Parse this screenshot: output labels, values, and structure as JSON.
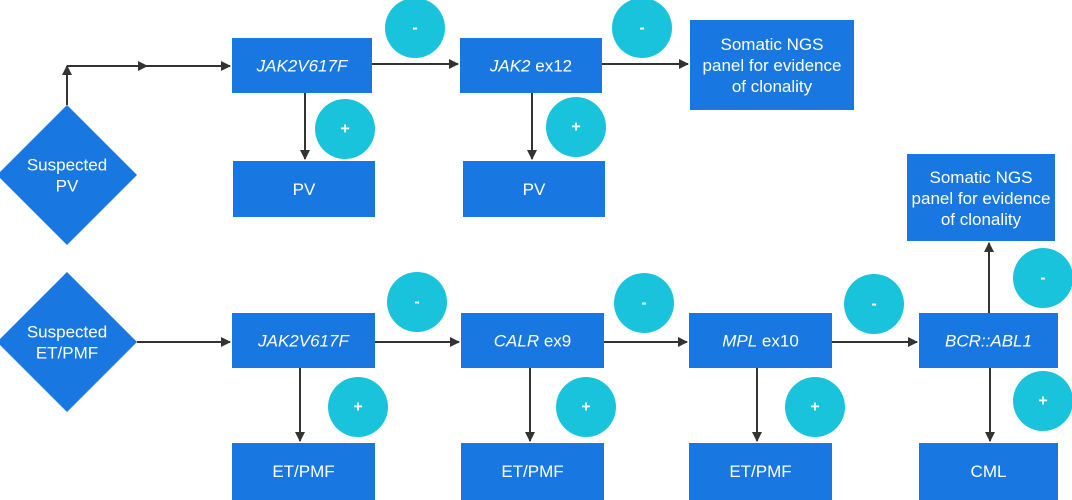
{
  "colors": {
    "box": "#1877e0",
    "bubble": "#19c3dc",
    "line": "#333333",
    "text": "#ffffff",
    "background": "#ffffff"
  },
  "start_nodes": {
    "pv": [
      "Suspected",
      "PV"
    ],
    "etpmf": [
      "Suspected",
      "ET/PMF"
    ]
  },
  "pv_row": {
    "tests": [
      {
        "italic": "JAK2V617F",
        "rest": ""
      },
      {
        "italic": "JAK2",
        "rest": " ex12"
      }
    ],
    "final_negative": [
      "Somatic NGS",
      "panel for evidence",
      "of clonality"
    ],
    "positive_results": [
      "PV",
      "PV"
    ]
  },
  "etpmf_row": {
    "tests": [
      {
        "italic": "JAK2V617F",
        "rest": ""
      },
      {
        "italic": "CALR",
        "rest": " ex9"
      },
      {
        "italic": "MPL",
        "rest": " ex10"
      },
      {
        "italic": "BCR::ABL1",
        "rest": ""
      }
    ],
    "final_negative": [
      "Somatic NGS",
      "panel for evidence",
      "of clonality"
    ],
    "positive_results": [
      "ET/PMF",
      "ET/PMF",
      "ET/PMF",
      "CML"
    ]
  },
  "signs": {
    "negative": "-",
    "positive": "+"
  }
}
